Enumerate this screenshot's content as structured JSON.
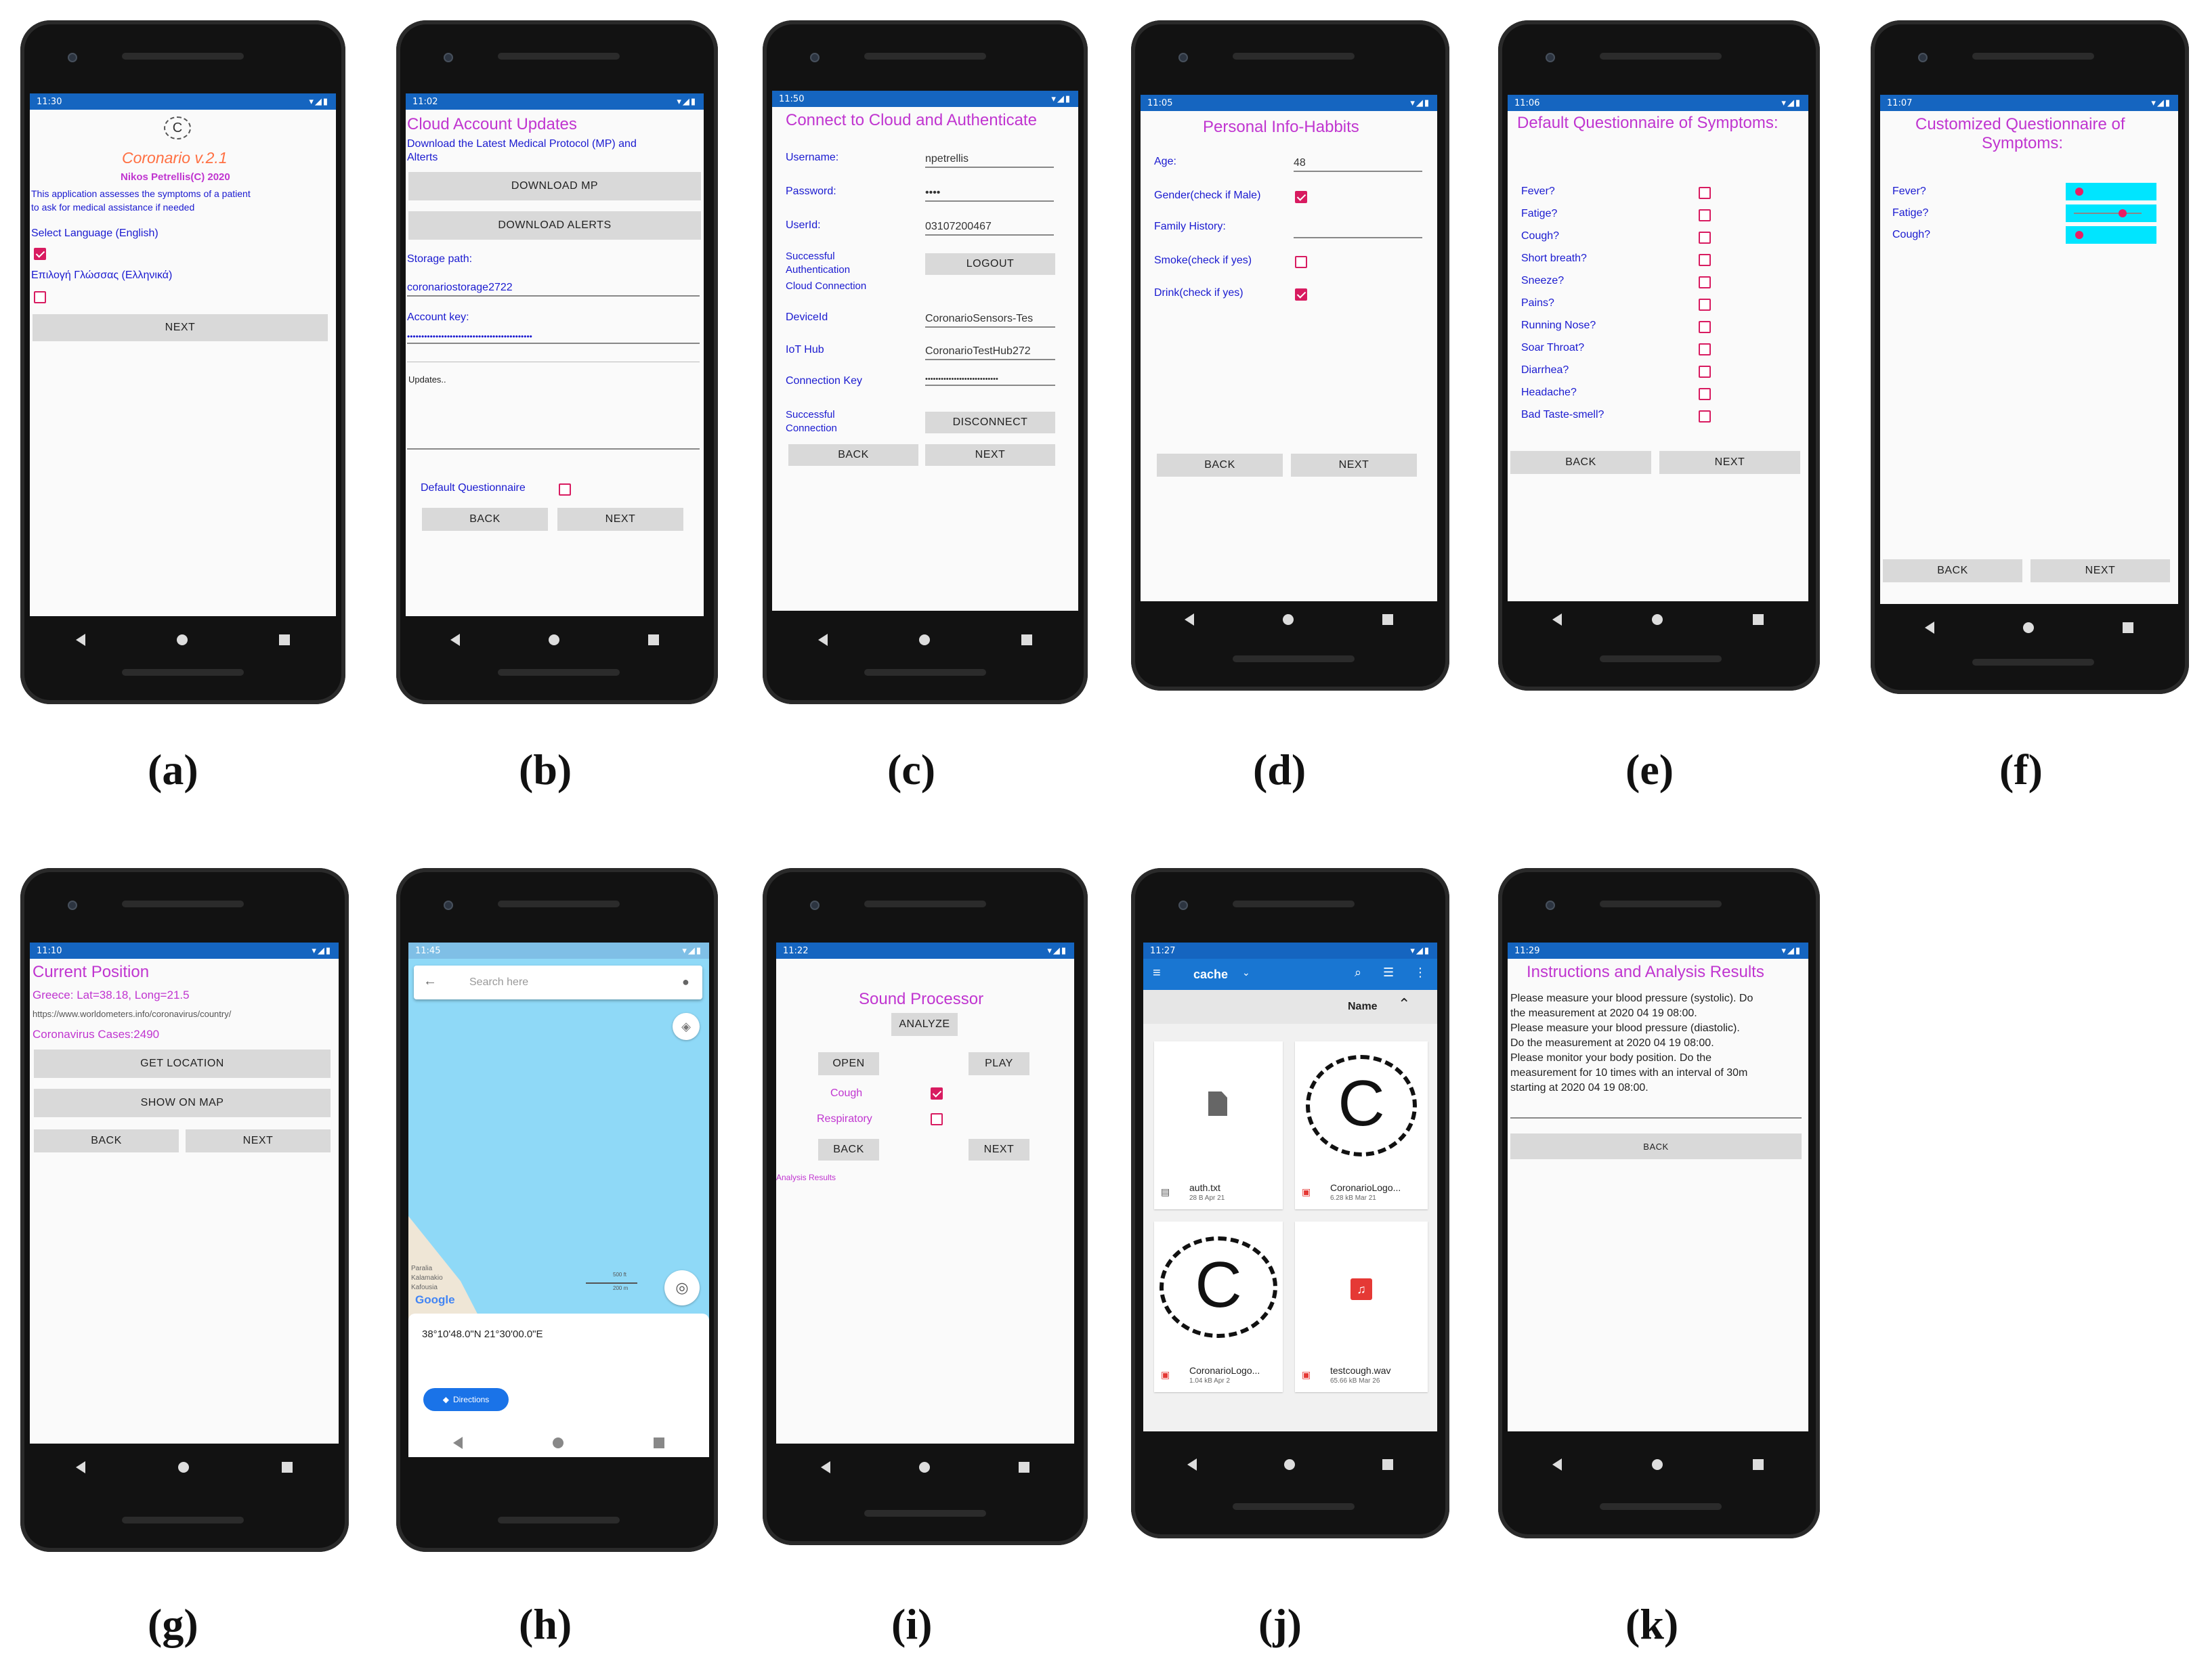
{
  "labels": [
    "(a)",
    "(b)",
    "(c)",
    "(d)",
    "(e)",
    "(f)",
    "(g)",
    "(h)",
    "(i)",
    "(j)",
    "(k)"
  ],
  "a": {
    "time": "11:30",
    "title": "Coronario v.2.1",
    "author": "Nikos Petrellis(C) 2020",
    "desc1": "This application assesses the symptoms of a patient",
    "desc2": "to ask for medical assistance if needed",
    "lang_en": "Select Language (English)",
    "lang_gr": "Επιλογή Γλώσσας (Ελληνικά)",
    "next": "NEXT"
  },
  "b": {
    "time": "11:02",
    "title": "Cloud Account Updates",
    "sub1": "Download the Latest Medical Protocol (MP) and",
    "sub2": "Alterts",
    "dl_mp": "DOWNLOAD MP",
    "dl_alerts": "DOWNLOAD ALERTS",
    "storage_label": "Storage path:",
    "storage_value": "coronariostorage2722",
    "key_label": "Account key:",
    "key_value": "••••••••••••••••••••••••••••••••••••••••••••",
    "updates": "Updates..",
    "default_q": "Default Questionnaire",
    "back": "BACK",
    "next": "NEXT"
  },
  "c": {
    "time": "11:50",
    "title": "Connect to Cloud and Authenticate",
    "username_label": "Username:",
    "username": "npetrellis",
    "password_label": "Password:",
    "password": "••••",
    "userid_label": "UserId:",
    "userid": "03107200467",
    "auth1": "Successful",
    "auth2": "Authentication",
    "auth3": "Cloud Connection",
    "logout": "LOGOUT",
    "device_label": "DeviceId",
    "device": "CoronarioSensors-Tes",
    "hub_label": "IoT Hub",
    "hub": "CoronarioTestHub272",
    "conn_label": "Connection Key",
    "conn": "••••••••••••••••••••••••••••",
    "succ1": "Successful",
    "succ2": "Connection",
    "disconnect": "DISCONNECT",
    "back": "BACK",
    "next": "NEXT"
  },
  "d": {
    "time": "11:05",
    "title": "Personal Info-Habbits",
    "age_label": "Age:",
    "age": "48",
    "gender": "Gender(check if Male)",
    "family": "Family History:",
    "smoke": "Smoke(check if yes)",
    "drink": "Drink(check if yes)",
    "back": "BACK",
    "next": "NEXT"
  },
  "e": {
    "time": "11:06",
    "title": "Default Questionnaire of Symptoms:",
    "items": [
      "Fever?",
      "Fatige?",
      "Cough?",
      "Short breath?",
      "Sneeze?",
      "Pains?",
      "Running Nose?",
      "Soar Throat?",
      "Diarrhea?",
      "Headache?",
      "Bad Taste-smell?"
    ],
    "back": "BACK",
    "next": "NEXT"
  },
  "f": {
    "time": "11:07",
    "title1": "Customized Questionnaire of",
    "title2": "Symptoms:",
    "items": [
      "Fever?",
      "Fatige?",
      "Cough?"
    ],
    "back": "BACK",
    "next": "NEXT"
  },
  "g": {
    "time": "11:10",
    "title": "Current Position",
    "coords": "Greece: Lat=38.18, Long=21.5",
    "url": "https://www.worldometers.info/coronavirus/country/",
    "cases": "Coronavirus Cases:2490",
    "get_loc": "GET LOCATION",
    "show_map": "SHOW ON MAP",
    "back": "BACK",
    "next": "NEXT"
  },
  "h": {
    "time": "11:45",
    "search": "Search here",
    "place1": "Paralia",
    "place2": "Kalamakio",
    "place3": "Kafousia",
    "google": "Google",
    "scale1": "500 ft",
    "scale2": "200 m",
    "coords": "38°10'48.0\"N 21°30'00.0\"E",
    "directions": "Directions"
  },
  "i": {
    "time": "11:22",
    "title": "Sound Processor",
    "analyze": "ANALYZE",
    "open": "OPEN",
    "play": "PLAY",
    "cough": "Cough",
    "resp": "Respiratory",
    "back": "BACK",
    "next": "NEXT",
    "results": "Analysis Results"
  },
  "j": {
    "time": "11:27",
    "folder": "cache",
    "sort": "Name",
    "files": [
      {
        "name": "auth.txt",
        "meta": "28 B Apr 21"
      },
      {
        "name": "CoronarioLogo...",
        "meta": "6.28 kB Mar 21"
      },
      {
        "name": "CoronarioLogo...",
        "meta": "1.04 kB Apr 2"
      },
      {
        "name": "testcough.wav",
        "meta": "65.66 kB Mar 26"
      }
    ],
    "logo_letter": "C"
  },
  "k": {
    "time": "11:29",
    "title": "Instructions and Analysis Results",
    "lines": [
      "Please measure your blood pressure (systolic). Do",
      "the measurement at 2020 04 19 08:00.",
      "Please measure your blood pressure (diastolic).",
      "Do the measurement at 2020 04 19 08:00.",
      "Please monitor your body position. Do the",
      "measurement for 10 times with an interval of 30m",
      "starting at 2020 04 19 08:00."
    ],
    "back": "BACK"
  },
  "colors": {
    "status_bar": "#1565c0",
    "accent": "#c035d0",
    "link": "#1a1ad0",
    "checkbox": "#d81b60",
    "map_water": "#8fd9f7"
  }
}
